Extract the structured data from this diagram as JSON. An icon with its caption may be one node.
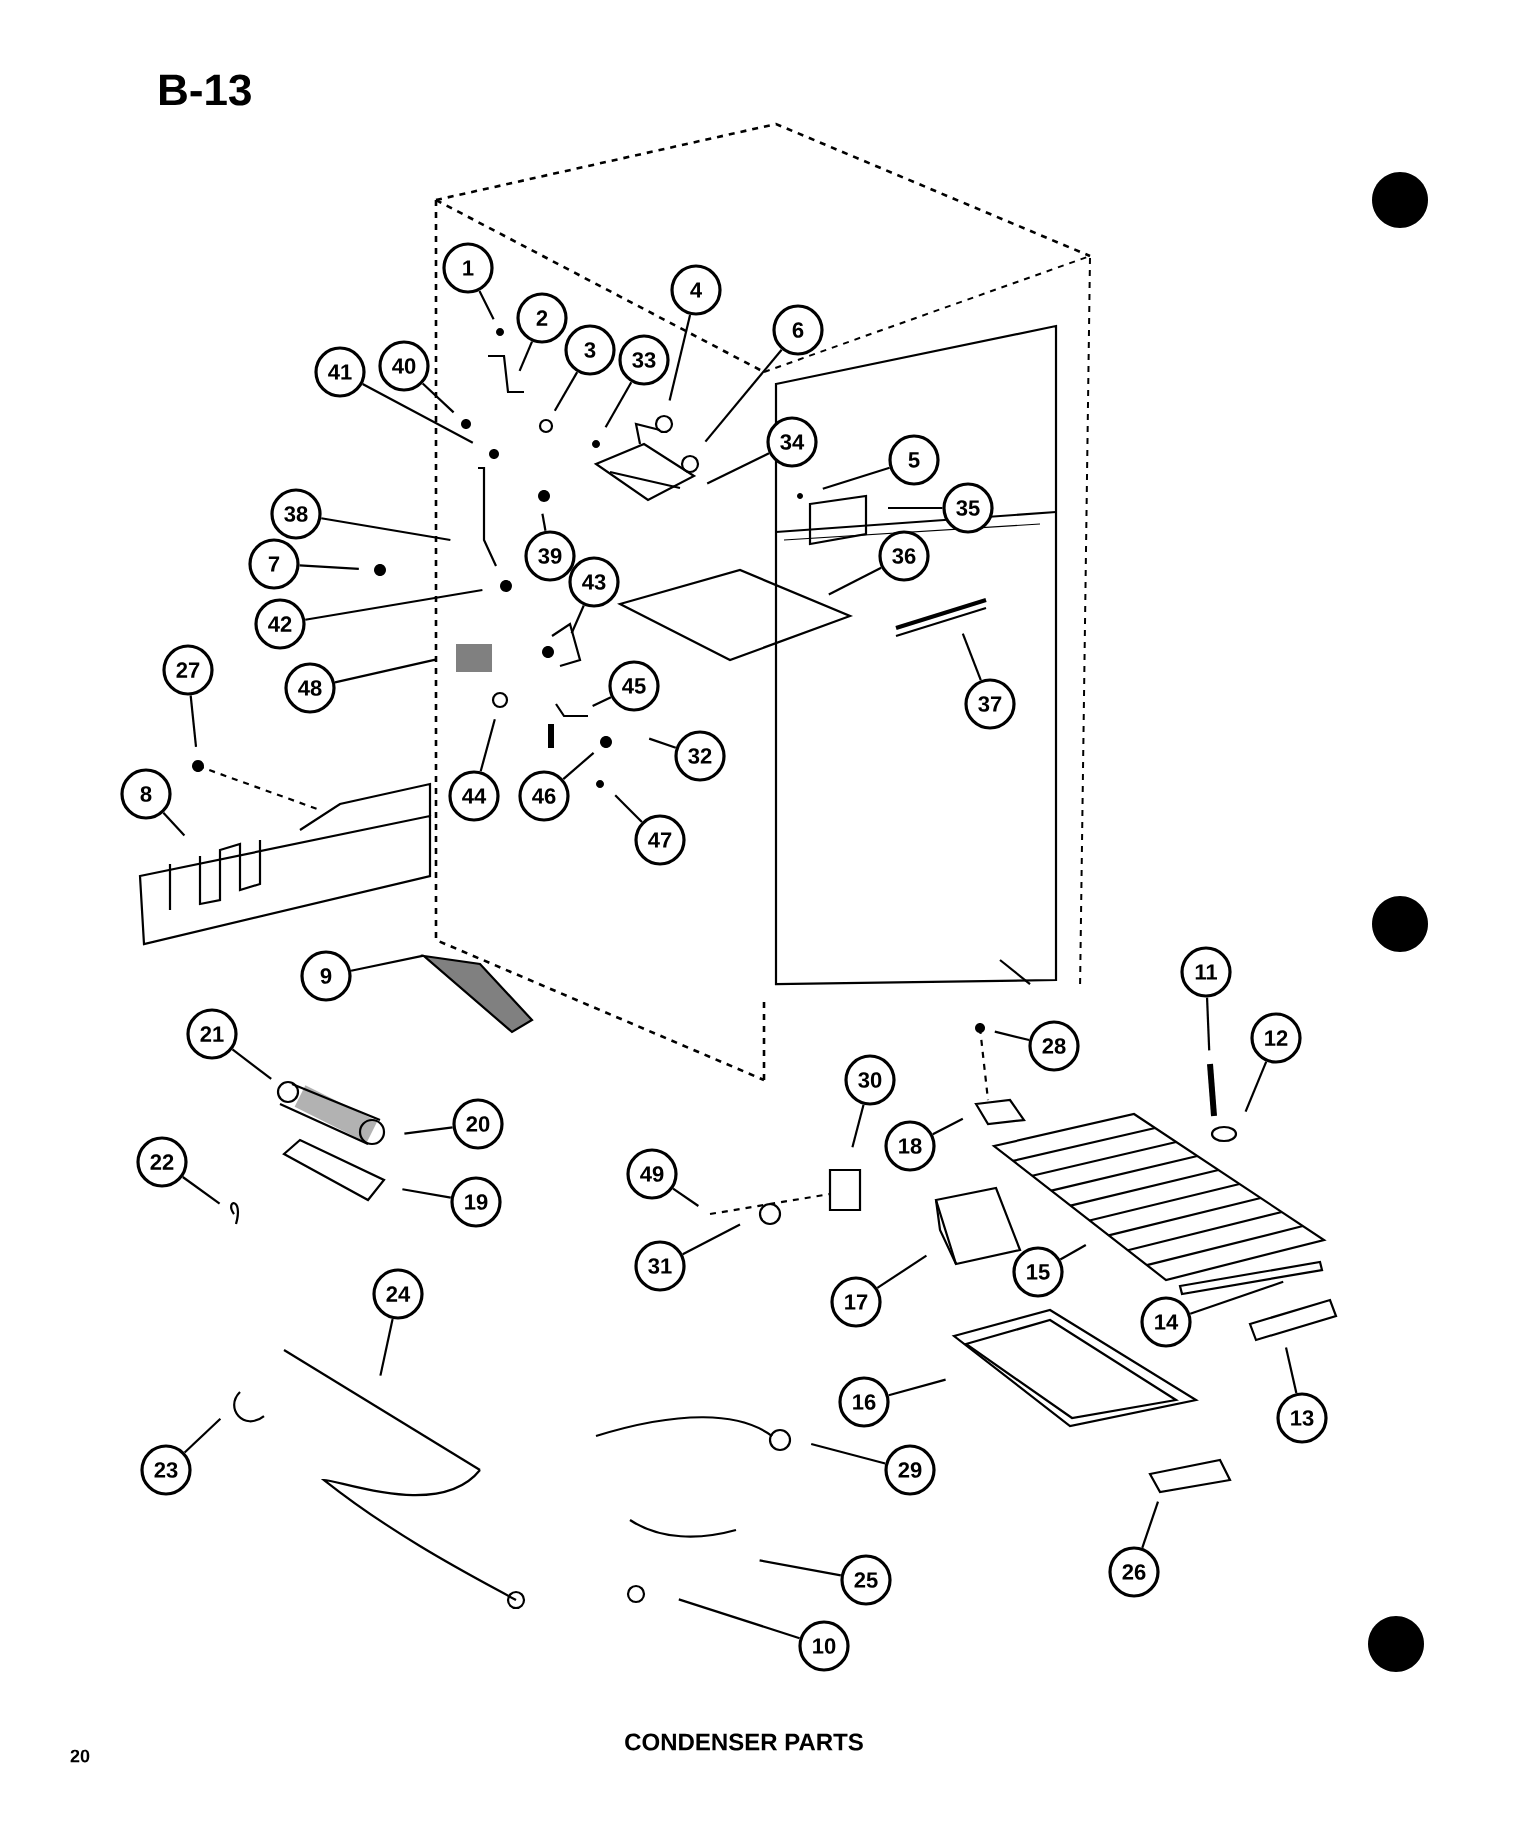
{
  "diagram": {
    "title": "B-13",
    "caption": "CONDENSER PARTS",
    "nodes": [
      {
        "text": [
          "1"
        ]
      },
      {
        "text": [
          "2"
        ]
      },
      {
        "text": [
          "3"
        ]
      },
      {
        "text": [
          "33"
        ]
      },
      {
        "text": [
          "4"
        ]
      },
      {
        "text": [
          "6"
        ]
      },
      {
        "text": [
          "41"
        ]
      },
      {
        "text": [
          "40"
        ]
      },
      {
        "text": [
          "34"
        ]
      },
      {
        "text": [
          "5"
        ]
      },
      {
        "text": [
          "35"
        ]
      },
      {
        "text": [
          "38"
        ]
      },
      {
        "text": [
          "39"
        ]
      },
      {
        "text": [
          "7"
        ]
      },
      {
        "text": [
          "42"
        ]
      },
      {
        "text": [
          "36"
        ]
      },
      {
        "text": [
          "43"
        ]
      },
      {
        "text": [
          "48"
        ]
      },
      {
        "text": [
          "37"
        ]
      },
      {
        "text": [
          "27"
        ]
      },
      {
        "text": [
          "45"
        ]
      },
      {
        "text": [
          "32"
        ]
      },
      {
        "text": [
          "44"
        ]
      },
      {
        "text": [
          "46"
        ]
      },
      {
        "text": [
          "47"
        ]
      },
      {
        "text": [
          "8"
        ]
      },
      {
        "text": [
          "9"
        ]
      },
      {
        "text": [
          "21"
        ]
      },
      {
        "text": [
          "20"
        ]
      },
      {
        "text": [
          "19"
        ]
      },
      {
        "text": [
          "22"
        ]
      },
      {
        "text": [
          "11"
        ]
      },
      {
        "text": [
          "28"
        ]
      },
      {
        "text": [
          "12"
        ]
      },
      {
        "text": [
          "30"
        ]
      },
      {
        "text": [
          "18"
        ]
      },
      {
        "text": [
          "49"
        ]
      },
      {
        "text": [
          "31"
        ]
      },
      {
        "text": [
          "17"
        ]
      },
      {
        "text": [
          "15"
        ]
      },
      {
        "text": [
          "14"
        ]
      },
      {
        "text": [
          "24"
        ]
      },
      {
        "text": [
          "16"
        ]
      },
      {
        "text": [
          "13"
        ]
      },
      {
        "text": [
          "23"
        ]
      },
      {
        "text": [
          "29"
        ]
      },
      {
        "text": [
          "25"
        ]
      },
      {
        "text": [
          "26"
        ]
      },
      {
        "text": [
          "10"
        ]
      },
      {
        "text": [],
        "shape": "picture"
      }
    ],
    "edges": [
      {
        "from": 0,
        "to": null,
        "arrow": "none"
      },
      {
        "from": 1,
        "to": null,
        "arrow": "none"
      },
      {
        "from": 2,
        "to": null,
        "arrow": "none"
      },
      {
        "from": 3,
        "to": null,
        "arrow": "none"
      },
      {
        "from": 4,
        "to": null,
        "arrow": "none"
      },
      {
        "from": 5,
        "to": null,
        "arrow": "none"
      },
      {
        "from": 6,
        "to": null,
        "arrow": "none"
      },
      {
        "from": 7,
        "to": null,
        "arrow": "none"
      },
      {
        "from": 8,
        "to": null,
        "arrow": "none"
      },
      {
        "from": 9,
        "to": null,
        "arrow": "none"
      },
      {
        "from": 10,
        "to": null,
        "arrow": "none"
      },
      {
        "from": 11,
        "to": null,
        "arrow": "none"
      },
      {
        "from": 12,
        "to": null,
        "arrow": "none"
      },
      {
        "from": 13,
        "to": null,
        "arrow": "none"
      },
      {
        "from": 14,
        "to": null,
        "arrow": "none"
      },
      {
        "from": 15,
        "to": null,
        "arrow": "none"
      },
      {
        "from": 16,
        "to": null,
        "arrow": "none"
      },
      {
        "from": 17,
        "to": null,
        "arrow": "none"
      },
      {
        "from": 18,
        "to": null,
        "arrow": "none"
      },
      {
        "from": 19,
        "to": null,
        "arrow": "none"
      },
      {
        "from": 20,
        "to": null,
        "arrow": "none"
      },
      {
        "from": 21,
        "to": null,
        "arrow": "none"
      },
      {
        "from": 22,
        "to": null,
        "arrow": "none"
      },
      {
        "from": 23,
        "to": null,
        "arrow": "none"
      },
      {
        "from": 24,
        "to": null,
        "arrow": "none"
      },
      {
        "from": 25,
        "to": null,
        "arrow": "none"
      },
      {
        "from": 26,
        "to": 49,
        "arrow": "none"
      },
      {
        "from": 27,
        "to": null,
        "arrow": "none"
      },
      {
        "from": 28,
        "to": null,
        "arrow": "none"
      },
      {
        "from": 29,
        "to": null,
        "arrow": "none"
      },
      {
        "from": 30,
        "to": null,
        "arrow": "none"
      },
      {
        "from": 31,
        "to": null,
        "arrow": "none"
      },
      {
        "from": 32,
        "to": null,
        "arrow": "none"
      },
      {
        "from": 33,
        "to": null,
        "arrow": "none"
      },
      {
        "from": 34,
        "to": null,
        "arrow": "none"
      },
      {
        "from": 35,
        "to": null,
        "arrow": "none"
      },
      {
        "from": 36,
        "to": null,
        "arrow": "none"
      },
      {
        "from": 37,
        "to": null,
        "arrow": "none"
      },
      {
        "from": 38,
        "to": null,
        "arrow": "none"
      },
      {
        "from": 39,
        "to": null,
        "arrow": "none"
      },
      {
        "from": 40,
        "to": null,
        "arrow": "none"
      },
      {
        "from": 41,
        "to": null,
        "arrow": "none"
      },
      {
        "from": 42,
        "to": null,
        "arrow": "none"
      },
      {
        "from": 43,
        "to": null,
        "arrow": "none"
      },
      {
        "from": 44,
        "to": null,
        "arrow": "none"
      },
      {
        "from": 45,
        "to": null,
        "arrow": "none"
      },
      {
        "from": 46,
        "to": null,
        "arrow": "none"
      },
      {
        "from": 47,
        "to": null,
        "arrow": "none"
      },
      {
        "from": 48,
        "to": null,
        "arrow": "none"
      }
    ],
    "labels": [
      "20"
    ]
  }
}
